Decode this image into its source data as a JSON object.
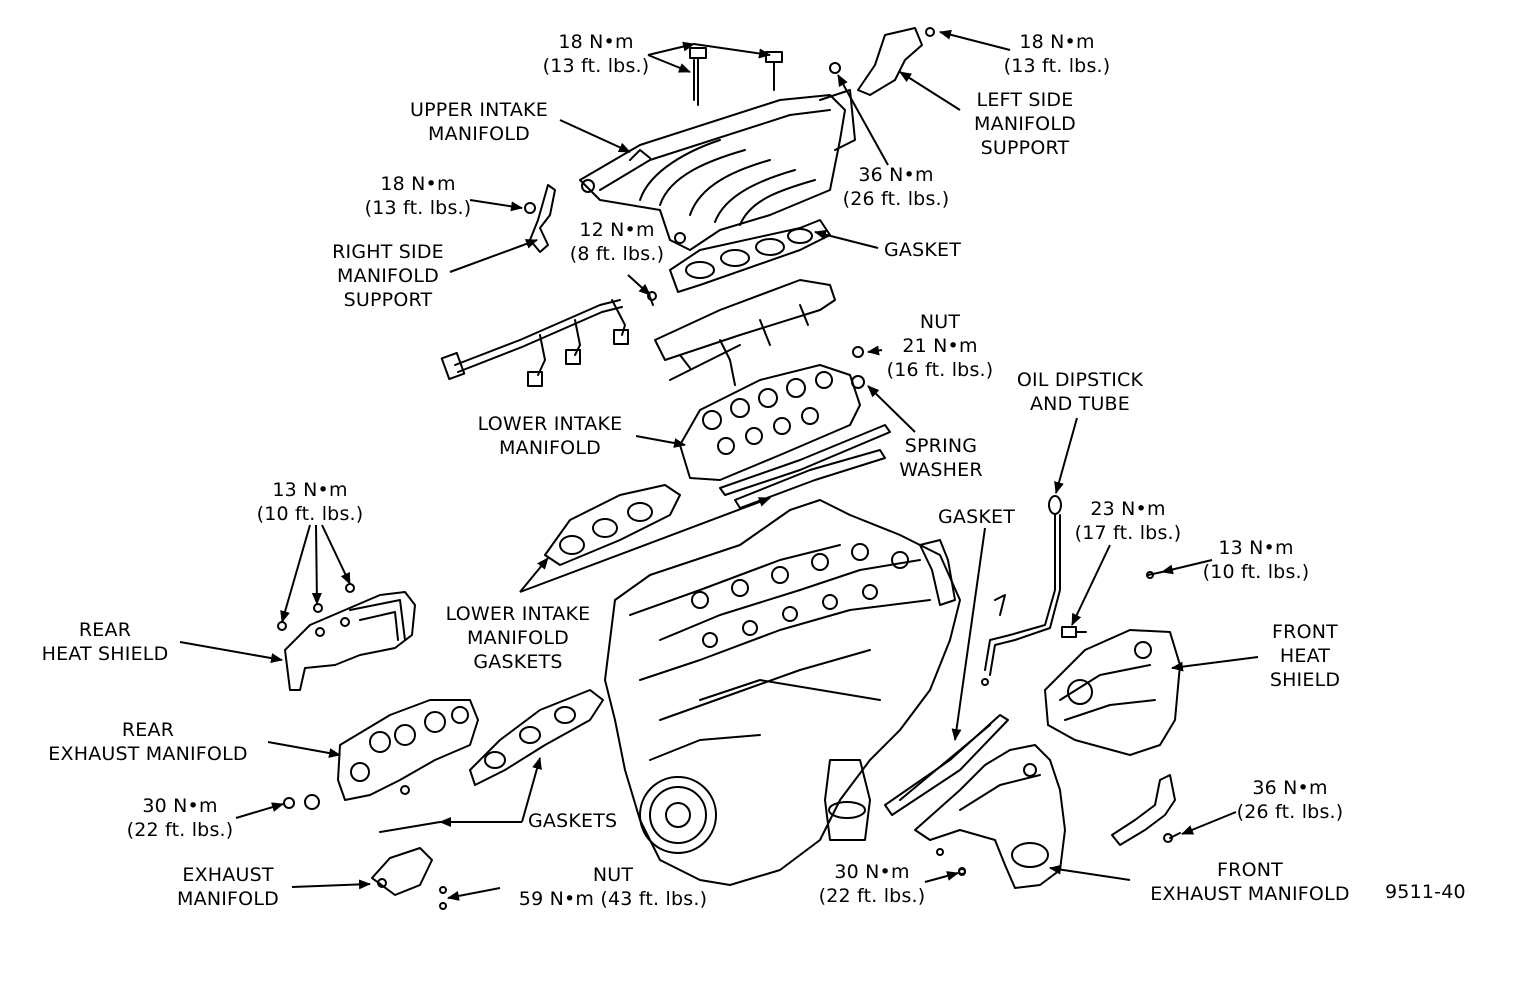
{
  "colors": {
    "ink": "#000000",
    "paper": "#ffffff"
  },
  "figure_id": "9511-40",
  "labels": {
    "torque_top": [
      "18 N•m",
      "(13 ft. lbs.)"
    ],
    "torque_top_right": [
      "18 N•m",
      "(13 ft. lbs.)"
    ],
    "upper_intake": [
      "UPPER INTAKE",
      "MANIFOLD"
    ],
    "left_side_support": [
      "LEFT SIDE",
      "MANIFOLD",
      "SUPPORT"
    ],
    "torque_36_upper": [
      "36 N•m",
      "(26 ft. lbs.)"
    ],
    "torque_18_right_support": [
      "18 N•m",
      "(13 ft. lbs.)"
    ],
    "torque_12": [
      "12 N•m",
      "(8 ft. lbs.)"
    ],
    "gasket_upper": [
      "GASKET"
    ],
    "right_side_support": [
      "RIGHT SIDE",
      "MANIFOLD",
      "SUPPORT"
    ],
    "nut_21": [
      "NUT",
      "21 N•m",
      "(16 ft. lbs.)"
    ],
    "oil_dipstick": [
      "OIL DIPSTICK",
      "AND TUBE"
    ],
    "lower_intake": [
      "LOWER INTAKE",
      "MANIFOLD"
    ],
    "spring_washer": [
      "SPRING",
      "WASHER"
    ],
    "torque_13_rear": [
      "13 N•m",
      "(10 ft. lbs.)"
    ],
    "gasket_mid": [
      "GASKET"
    ],
    "torque_23": [
      "23 N•m",
      "(17 ft. lbs.)"
    ],
    "torque_13_front": [
      "13 N•m",
      "(10 ft. lbs.)"
    ],
    "lower_intake_gaskets": [
      "LOWER INTAKE",
      "MANIFOLD",
      "GASKETS"
    ],
    "rear_heat_shield": [
      "REAR",
      "HEAT SHIELD"
    ],
    "front_heat_shield": [
      "FRONT",
      "HEAT",
      "SHIELD"
    ],
    "rear_exhaust": [
      "REAR",
      "EXHAUST MANIFOLD"
    ],
    "torque_30_rear": [
      "30 N•m",
      "(22 ft. lbs.)"
    ],
    "gaskets": [
      "GASKETS"
    ],
    "torque_36_front": [
      "36 N•m",
      "(26 ft. lbs.)"
    ],
    "exhaust_manifold": [
      "EXHAUST",
      "MANIFOLD"
    ],
    "nut_59": [
      "NUT",
      "59 N•m (43 ft. lbs.)"
    ],
    "torque_30_front": [
      "30 N•m",
      "(22 ft. lbs.)"
    ],
    "front_exhaust": [
      "FRONT",
      "EXHAUST MANIFOLD"
    ]
  }
}
